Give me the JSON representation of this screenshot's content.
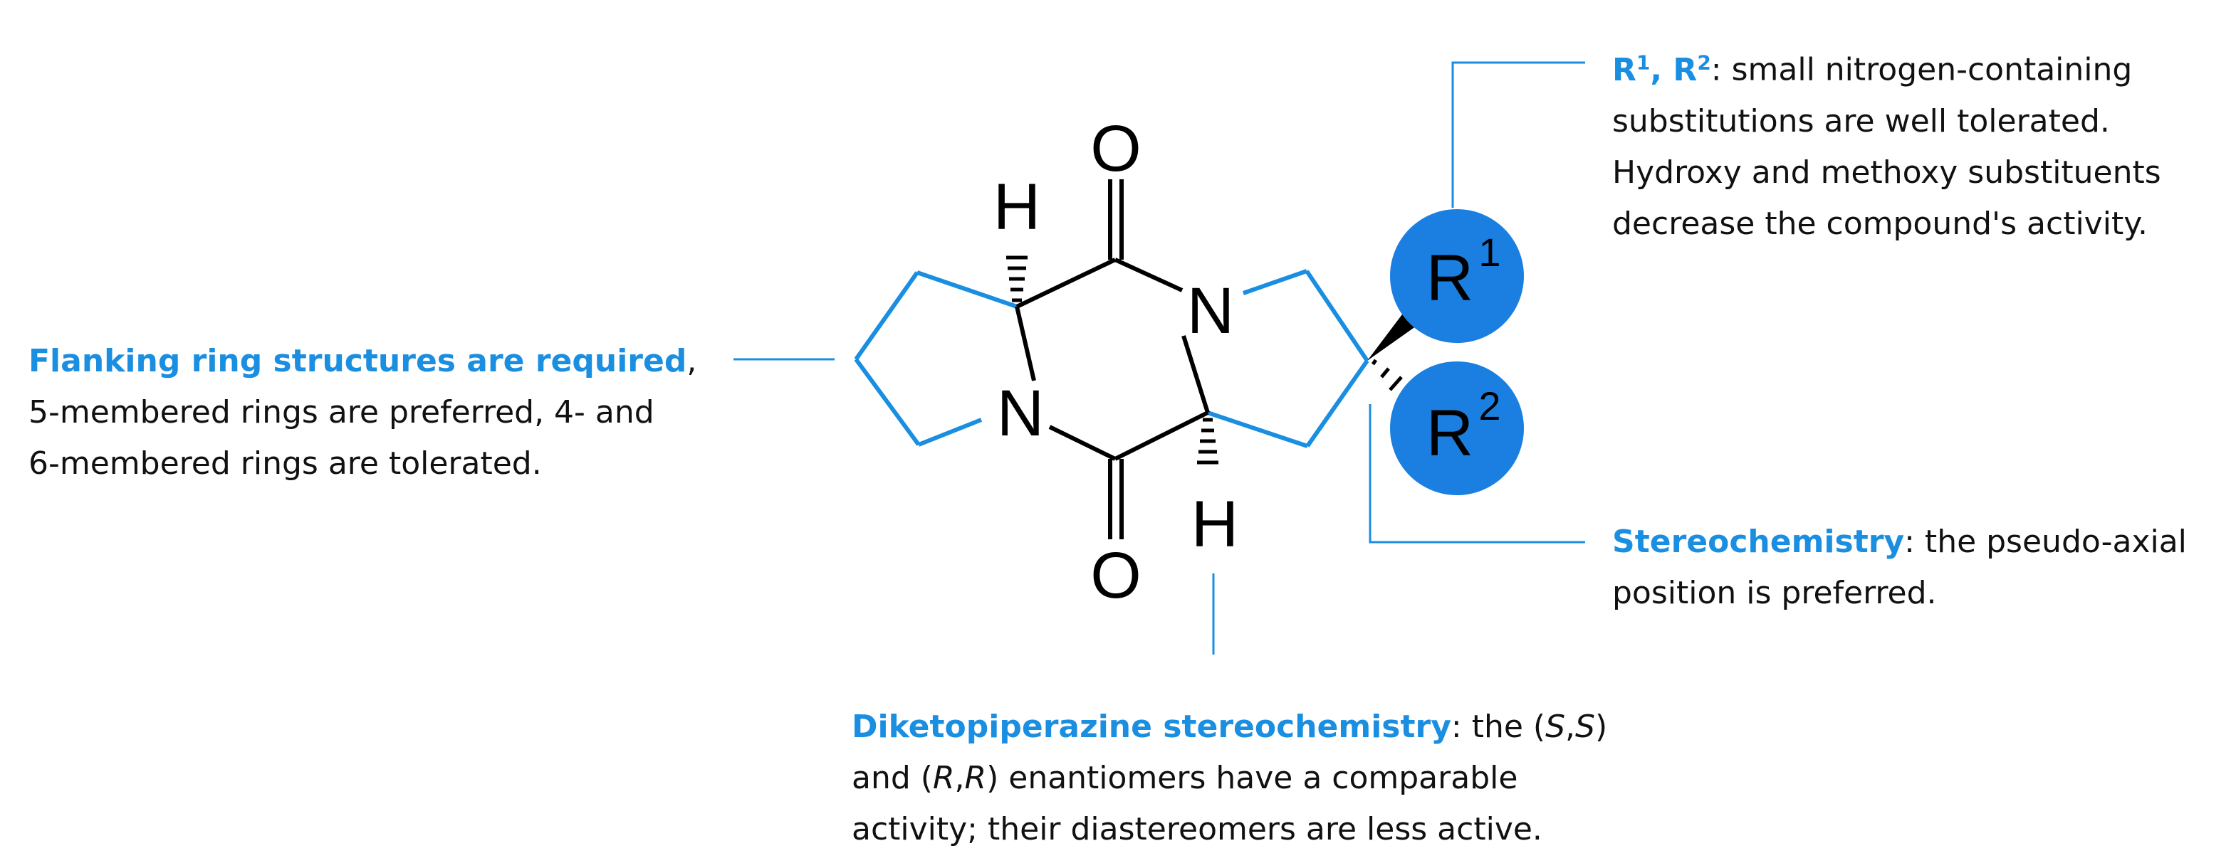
{
  "structure": {
    "atoms": {
      "top_oxygen": "O",
      "bottom_oxygen": "O",
      "upper_nitrogen": "N",
      "lower_nitrogen": "N",
      "upper_hydrogen": "H",
      "lower_hydrogen": "H"
    },
    "substituents": {
      "r1": {
        "letter": "R",
        "superscript": "1"
      },
      "r2": {
        "letter": "R",
        "superscript": "2"
      }
    },
    "colors": {
      "highlight": "#1a8ee0",
      "bond": "#000000",
      "circle_fill": "#1a7fe0"
    }
  },
  "annotations": {
    "flanking": {
      "highlight": "Flanking ring structures are required",
      "text_1": ",",
      "text_2": "5-membered rings are preferred, 4- and",
      "text_3": "6-membered rings are tolerated."
    },
    "substituents": {
      "r": "R",
      "sup_1": "1",
      "sep": ", ",
      "sup_2": "2",
      "text_1": ": small nitrogen-containing",
      "text_2": "substitutions are well tolerated.",
      "text_3": "Hydroxy and methoxy substituents",
      "text_4": "decrease the compound's activity."
    },
    "stereochemistry": {
      "highlight": "Stereochemistry",
      "text_1": ": the pseudo-axial",
      "text_2": "position is preferred."
    },
    "diketopiperazine": {
      "highlight": "Diketopiperazine stereochemistry",
      "text_1": ": the (",
      "s1": "S",
      "comma1": ",",
      "s2": "S",
      "text_2": ")",
      "text_3": "and (",
      "r1": "R",
      "comma2": ",",
      "r2": "R",
      "text_4": ") enantiomers have a comparable",
      "text_5": "activity; their diastereomers are less active."
    }
  }
}
